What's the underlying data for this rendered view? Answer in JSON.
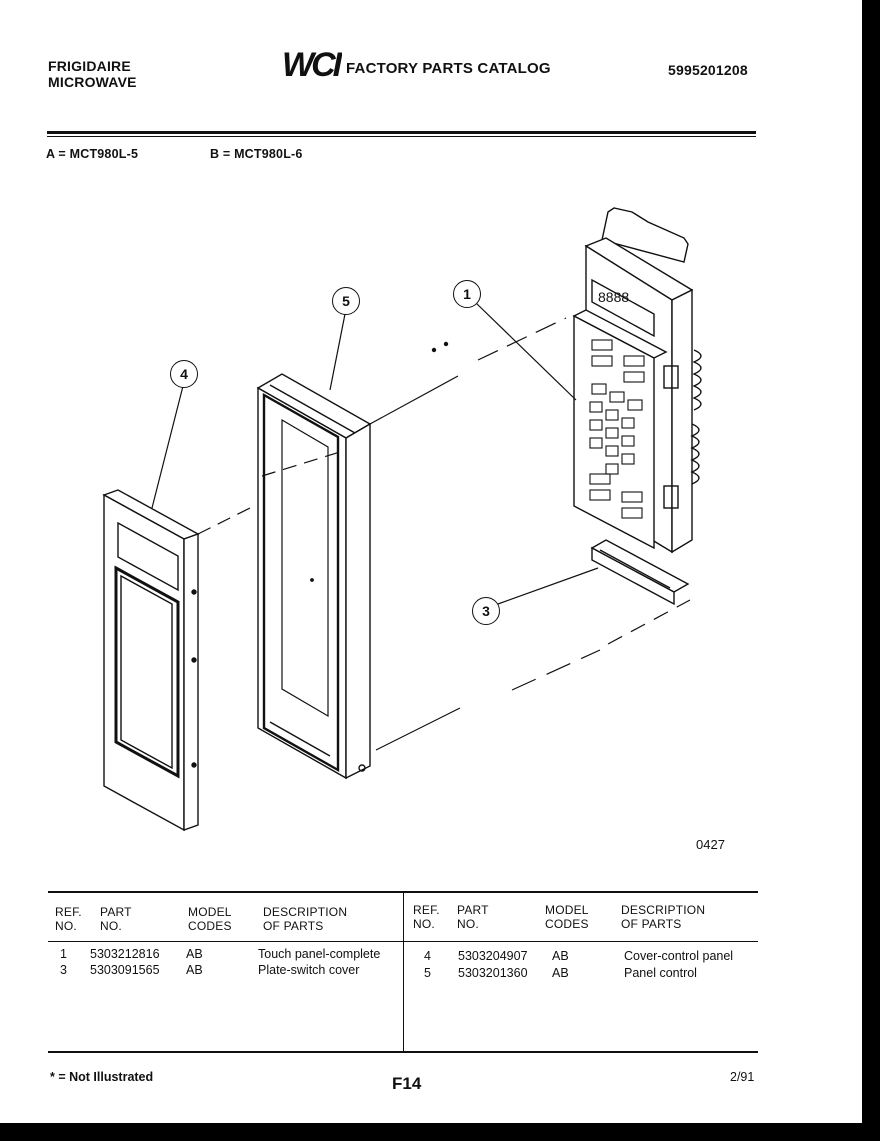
{
  "header": {
    "brand_line1": "FRIGIDAIRE",
    "brand_line2": "MICROWAVE",
    "logo_text": "WCI",
    "catalog_title": "FACTORY PARTS CATALOG",
    "catalog_number": "5995201208"
  },
  "models": {
    "a": "A = MCT980L-5",
    "b": "B = MCT980L-6"
  },
  "diagram": {
    "callouts": [
      "1",
      "3",
      "4",
      "5"
    ],
    "drawing_code": "0427"
  },
  "table": {
    "headers": {
      "ref": [
        "REF.",
        "NO."
      ],
      "part": [
        "PART",
        "NO."
      ],
      "model": [
        "MODEL",
        "CODES"
      ],
      "desc": [
        "DESCRIPTION",
        "OF PARTS"
      ]
    },
    "left_rows": [
      {
        "ref": "1",
        "part": "5303212816",
        "codes": "AB",
        "desc": "Touch panel-complete"
      },
      {
        "ref": "3",
        "part": "5303091565",
        "codes": "AB",
        "desc": "Plate-switch cover"
      }
    ],
    "right_rows": [
      {
        "ref": "4",
        "part": "5303204907",
        "codes": "AB",
        "desc": "Cover-control panel"
      },
      {
        "ref": "5",
        "part": "5303201360",
        "codes": "AB",
        "desc": "Panel control"
      }
    ]
  },
  "footer": {
    "note": "* = Not Illustrated",
    "page": "F14",
    "date": "2/91"
  }
}
